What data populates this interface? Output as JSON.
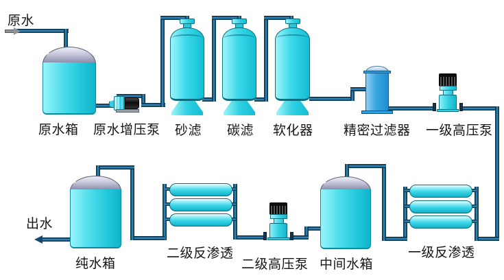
{
  "flow": {
    "inlet_label": "原水",
    "outlet_label": "出水"
  },
  "equipment": {
    "raw_water_tank": "原水箱",
    "raw_water_booster_pump": "原水增压泵",
    "sand_filter": "砂滤",
    "carbon_filter": "碳滤",
    "softener": "软化器",
    "precision_filter": "精密过滤器",
    "stage1_high_pressure_pump": "一级高压泵",
    "pure_water_tank": "纯水箱",
    "stage2_reverse_osmosis": "二级反渗透",
    "stage2_high_pressure_pump": "二级高压泵",
    "intermediate_water_tank": "中间水箱",
    "stage1_reverse_osmosis": "一级反渗透"
  },
  "colors": {
    "pipe_blue": "#2a7aad",
    "pipe_edge": "#0c3850",
    "equipment_cyan": "#35d2e4",
    "tank_dome_gray": "#b5b6cc",
    "precision_filter_blue": "#2e9fdf",
    "pump_motor_black": "#1a1a1a",
    "label_text": "#151515",
    "background": "#ffffff"
  }
}
